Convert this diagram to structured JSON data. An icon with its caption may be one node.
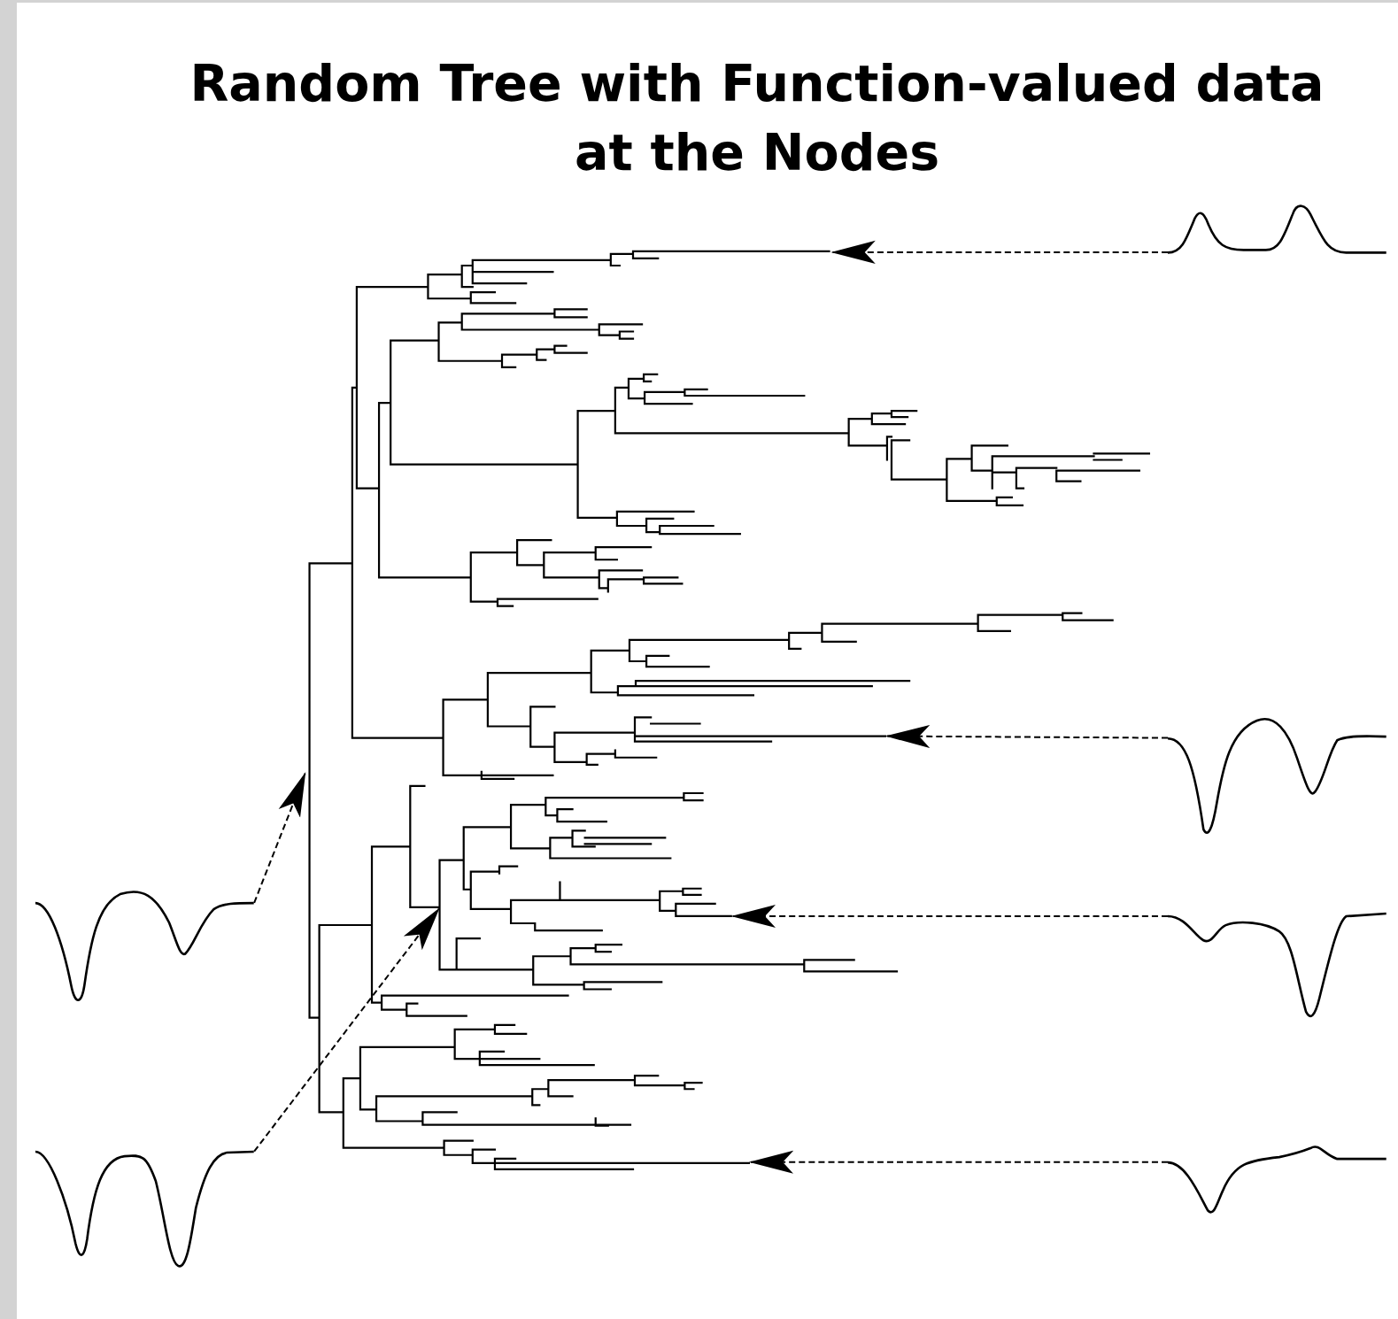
{
  "diagram": {
    "title": "Random Tree with Function-valued data at the Nodes",
    "nodes": [
      {
        "text": [],
        "shape": "picture"
      },
      {
        "text": [],
        "shape": "picture"
      },
      {
        "text": [],
        "shape": "picture"
      },
      {
        "text": [],
        "shape": "picture"
      },
      {
        "text": [],
        "shape": "picture"
      },
      {
        "text": [],
        "shape": "picture"
      }
    ],
    "edges": [
      {
        "from": 0,
        "to": null,
        "arrow": "to",
        "style": "dashed"
      },
      {
        "from": 1,
        "to": null,
        "arrow": "to",
        "style": "dashed"
      },
      {
        "from": 2,
        "to": null,
        "arrow": "to",
        "style": "dashed"
      },
      {
        "from": 3,
        "to": null,
        "arrow": "to",
        "style": "dashed"
      },
      {
        "from": 4,
        "to": null,
        "arrow": "to",
        "style": "dashed"
      },
      {
        "from": 5,
        "to": null,
        "arrow": "to",
        "style": "dashed"
      }
    ]
  }
}
